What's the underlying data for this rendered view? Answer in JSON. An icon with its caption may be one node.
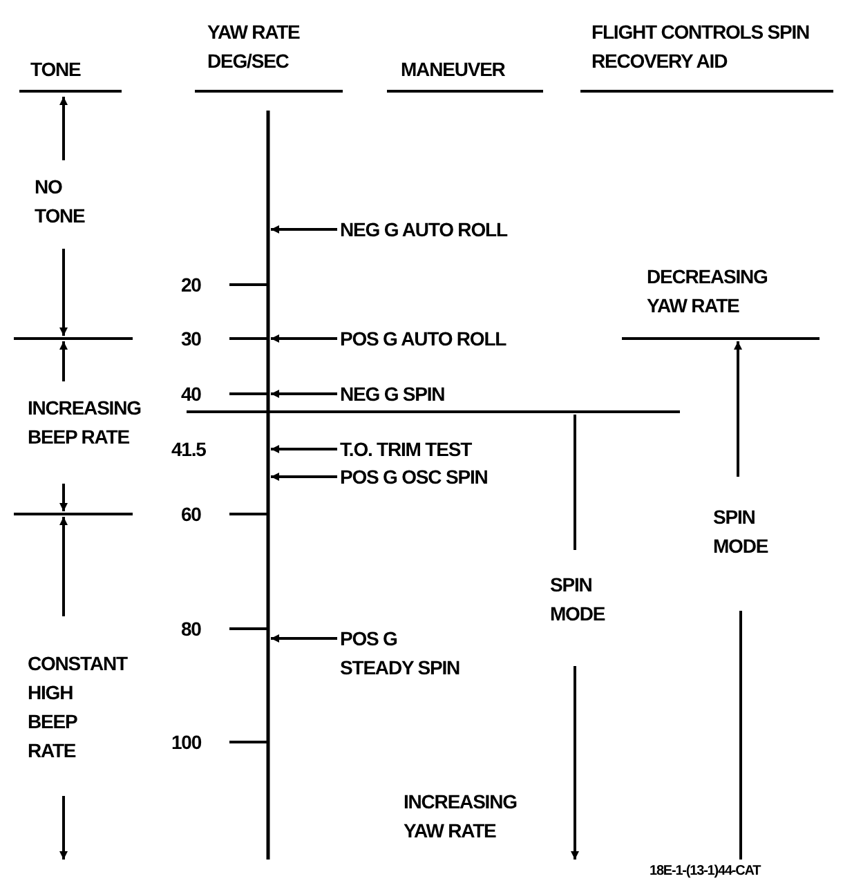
{
  "diagram": {
    "nodes": [
      {
        "text": [
          "NEG G AUTO ROLL"
        ]
      },
      {
        "text": [
          "POS G AUTO ROLL"
        ]
      },
      {
        "text": [
          "NEG G SPIN"
        ]
      },
      {
        "text": [
          "T.O. TRIM TEST"
        ]
      },
      {
        "text": [
          "POS G OSC SPIN"
        ]
      },
      {
        "text": [
          "POS G STEADY SPIN"
        ]
      }
    ],
    "edges": [
      {
        "from": 0,
        "to": null,
        "arrow": "to"
      },
      {
        "from": 1,
        "to": null,
        "arrow": "to"
      },
      {
        "from": 2,
        "to": null,
        "arrow": "to"
      },
      {
        "from": 3,
        "to": null,
        "arrow": "to"
      },
      {
        "from": 4,
        "to": null,
        "arrow": "to"
      },
      {
        "from": 5,
        "to": null,
        "arrow": "to"
      }
    ],
    "labels": [
      "TONE",
      "YAW RATE DEG/SEC",
      "MANEUVER",
      "FLIGHT CONTROLS SPIN RECOVERY AID",
      "NO TONE",
      "DECREASING YAW RATE",
      "20",
      "30",
      "40",
      "INCREASING BEEP RATE",
      "41.5",
      "60",
      "SPIN MODE",
      "SPIN MODE",
      "80",
      "CONSTANT HIGH BEEP RATE",
      "100",
      "INCREASING YAW RATE",
      "18E-1-(13-1)44-CAT"
    ]
  }
}
